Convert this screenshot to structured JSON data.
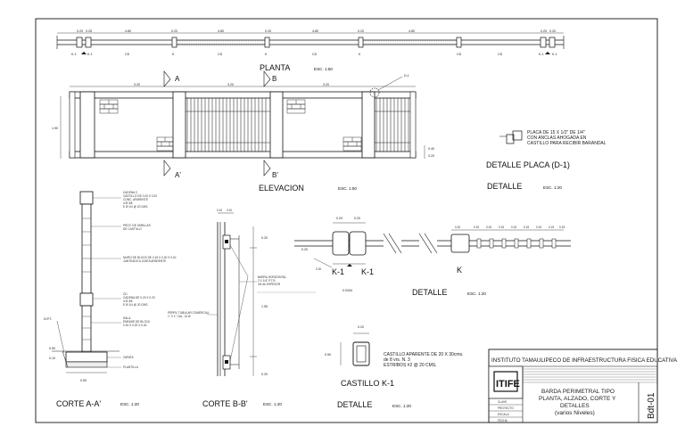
{
  "planta": {
    "title": "PLANTA",
    "scale": "ESC. 1:50",
    "dims": [
      "0.20",
      "0.25",
      "4.80",
      "0.20",
      "4.80",
      "0.20",
      "4.80",
      "0.20",
      "4.80",
      "0.25",
      "0.20"
    ],
    "labels": [
      "K-1",
      "K-1",
      "CD",
      "K",
      "CD",
      "K",
      "CD",
      "K",
      "CD",
      "K-1",
      "K-1"
    ]
  },
  "elevacion": {
    "title": "ELEVACION",
    "scale": "ESC. 1:50",
    "cut_a": "A",
    "cut_a2": "A'",
    "cut_b": "B",
    "cut_b2": "B'",
    "placa_tag": "D-1",
    "dims_top": [
      "3.20",
      "3.20",
      "3.20"
    ],
    "dims_left": "1.90",
    "dims_right": [
      "0.40",
      "0.20"
    ]
  },
  "detalle_placa": {
    "note_lines": [
      "PLACA DE 15 X 1/2\" DE 1/4\"",
      "CON ANCLAS AHOGADA EN",
      "CASTILLO PARA RECIBIR BARANDAL"
    ],
    "title": "DETALLE PLACA (D-1)",
    "sub": "DETALLE",
    "scale": "ESC. 1:20"
  },
  "corte_aa": {
    "title": "CORTE A-A'",
    "scale": "ESC. 1:20",
    "notes": [
      "CADENA C",
      "CASTILLO DE 0.20 X 0.20",
      "CONC. APARENTE",
      "4 Ø 3/8",
      "E Ø 1/4 @ 20 CMS.",
      "PROY. DE VARILLAS",
      "DE CASTILLO",
      "MURO DE BLOCK DE 0.15 X 0.20 X 0.40",
      "JUNTEADO A JUNTA APARENTE",
      "CD",
      "CADENA DE 0.20 X 0.20",
      "4 Ø 3/8",
      "E Ø 1/4 @ 20 CMS.",
      "DALA",
      "ENRASE DE BLOCK",
      "0.15 X 0.20 X 0.40",
      "ZAPATA",
      "PLANTILLA"
    ],
    "left_notes": [
      "N.P.T.",
      "0.50",
      "0.10"
    ],
    "bottom_dim": "0.50"
  },
  "corte_bb": {
    "title": "CORTE B-B'",
    "scale": "ESC. 1:20",
    "top_dims": [
      "0.10",
      "0.10"
    ],
    "dim_top": "0.20",
    "dim_mid": "1.55",
    "dim_bot": "0.20",
    "note_right": [
      "BARRA HORIZONTAL",
      "2 X 1/4\" P.T.R.",
      "3/4 de ESPESOR"
    ],
    "note_left": [
      "PERFIL TUBULAR COMERCIAL",
      "1\" X 1\" CAL. 14 Ø"
    ]
  },
  "detalle_k": {
    "dims_k1": [
      "0.20",
      "0.20"
    ],
    "side_dim": "0.20",
    "under": "0.0334",
    "label_k1a": "K-1",
    "label_k1b": "K-1",
    "label_k": "K",
    "dims_k": [
      "0.20",
      "0.15",
      "0.15",
      "0.15",
      "0.15",
      "0.15",
      "0.15",
      "0.15",
      "0.15"
    ],
    "title": "DETALLE",
    "scale": "ESC. 1:20"
  },
  "castillo": {
    "dim_top": "0.20",
    "dim_left": "0.50",
    "notes": [
      "CASTILLO APARENTE DE 20 X 30cms.",
      "de 8 vrs. N. 3",
      "ESTRIBOS #2 @ 20 CMS."
    ],
    "title": "CASTILLO   K-1",
    "sub": "DETALLE",
    "scale": "ESC. 1:20"
  },
  "titleblock": {
    "institute": "INSTITUTO TAMAULIPECO DE INFRAESTRUCTURA FISICA EDUCATIVA",
    "logo": "ITIFE",
    "rows_small": [
      "CLAVE",
      "PROYECTO",
      "ESCALA",
      "FECHA"
    ],
    "drawing_title_lines": [
      "BARDA PERIMETRAL TIPO",
      "PLANTA, ALZADO, CORTE Y",
      "DETALLES",
      "(varios Niveles)"
    ],
    "sheet_code": "Bdt-01"
  }
}
